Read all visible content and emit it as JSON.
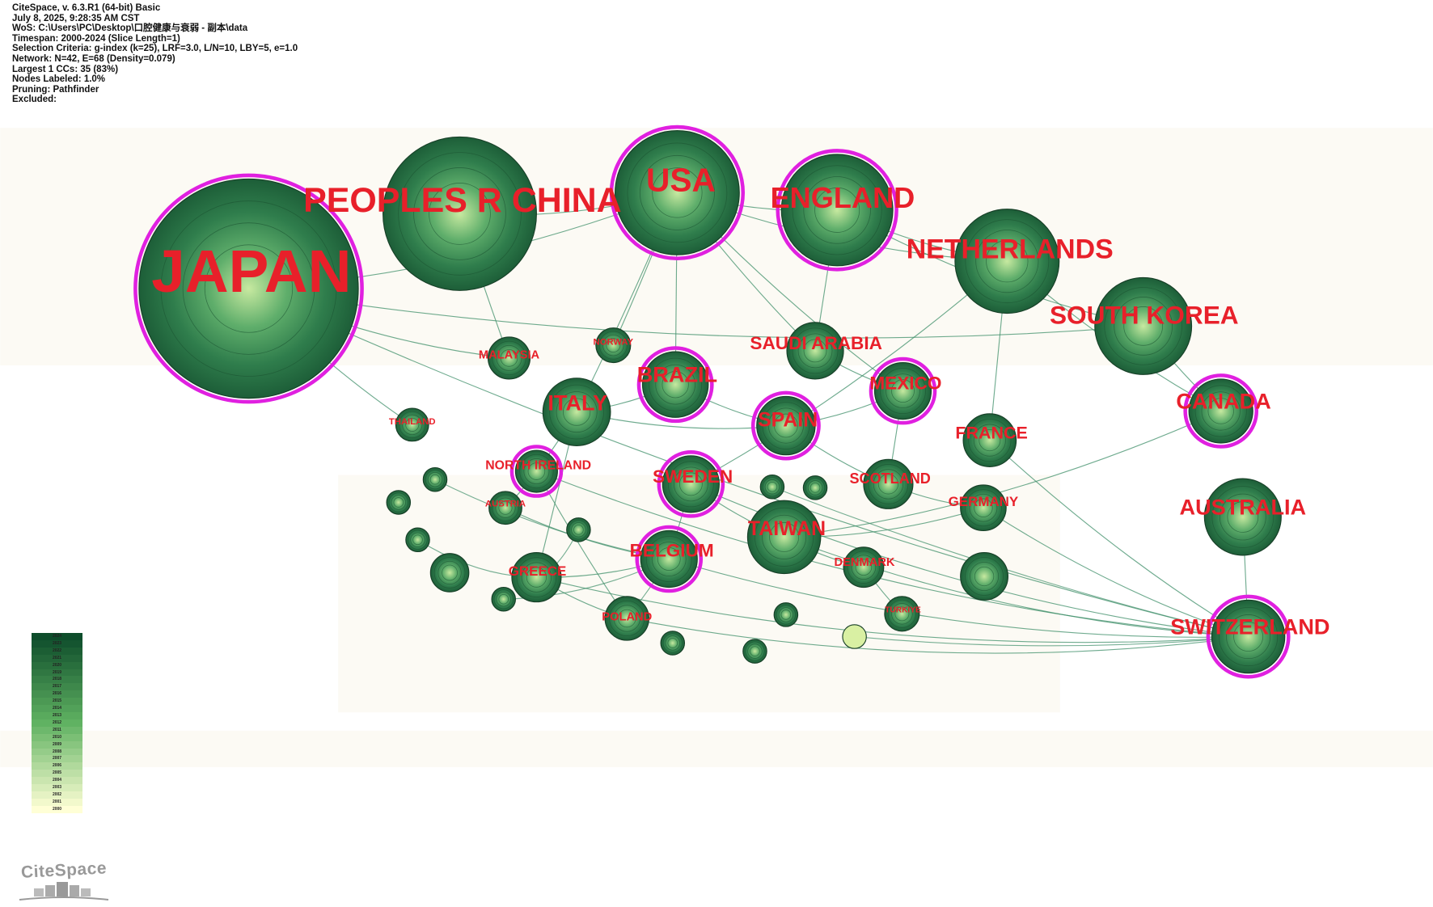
{
  "info": [
    "CiteSpace, v. 6.3.R1 (64-bit) Basic",
    "July 8, 2025, 9:28:35 AM CST",
    "WoS: C:\\Users\\PC\\Desktop\\口腔健康与衰弱 - 副本\\data",
    "Timespan: 2000-2024 (Slice Length=1)",
    "Selection Criteria: g-index (k=25), LRF=3.0, L/N=10, LBY=5, e=1.0",
    "Network: N=42, E=68 (Density=0.079)",
    "Largest 1 CCs: 35 (83%)",
    "Nodes Labeled: 1.0%",
    "Pruning: Pathfinder",
    "Excluded:"
  ],
  "colors": {
    "label": "#e8202a",
    "ring": "#e020e0",
    "node_dark": "#1f6b3f",
    "node_light": "#d9f0a3",
    "edge": "#3f8f6a"
  },
  "legend_years": [
    "2024",
    "2023",
    "2022",
    "2021",
    "2020",
    "2019",
    "2018",
    "2017",
    "2016",
    "2015",
    "2014",
    "2013",
    "2012",
    "2011",
    "2010",
    "2009",
    "2008",
    "2007",
    "2006",
    "2005",
    "2004",
    "2003",
    "2002",
    "2001",
    "2000"
  ],
  "nodes": [
    {
      "label": "JAPAN",
      "centrality_ring": true
    },
    {
      "label": "PEOPLES R CHINA",
      "centrality_ring": false
    },
    {
      "label": "USA",
      "centrality_ring": true
    },
    {
      "label": "ENGLAND",
      "centrality_ring": true
    },
    {
      "label": "NETHERLANDS",
      "centrality_ring": false
    },
    {
      "label": "SOUTH KOREA",
      "centrality_ring": false
    },
    {
      "label": "CANADA",
      "centrality_ring": true
    },
    {
      "label": "AUSTRALIA",
      "centrality_ring": false
    },
    {
      "label": "SWITZERLAND",
      "centrality_ring": true
    },
    {
      "label": "SAUDI ARABIA",
      "centrality_ring": false
    },
    {
      "label": "MEXICO",
      "centrality_ring": true
    },
    {
      "label": "BRAZIL",
      "centrality_ring": true
    },
    {
      "label": "ITALY",
      "centrality_ring": false
    },
    {
      "label": "SPAIN",
      "centrality_ring": true
    },
    {
      "label": "FRANCE",
      "centrality_ring": false
    },
    {
      "label": "MALAYSIA",
      "centrality_ring": false
    },
    {
      "label": "NORWAY",
      "centrality_ring": false
    },
    {
      "label": "THAILAND",
      "centrality_ring": false
    },
    {
      "label": "NORTH IRELAND",
      "centrality_ring": true
    },
    {
      "label": "SWEDEN",
      "centrality_ring": true
    },
    {
      "label": "SCOTLAND",
      "centrality_ring": false
    },
    {
      "label": "GERMANY",
      "centrality_ring": false
    },
    {
      "label": "TAIWAN",
      "centrality_ring": false
    },
    {
      "label": "BELGIUM",
      "centrality_ring": true
    },
    {
      "label": "DENMARK",
      "centrality_ring": false
    },
    {
      "label": "GREECE",
      "centrality_ring": false
    },
    {
      "label": "POLAND",
      "centrality_ring": false
    },
    {
      "label": "AUSTRIA",
      "centrality_ring": false
    },
    {
      "label": "TURKIYE",
      "centrality_ring": false
    }
  ],
  "edges": [
    [
      "JAPAN",
      "USA"
    ],
    [
      "JAPAN",
      "MALAYSIA"
    ],
    [
      "JAPAN",
      "THAILAND"
    ],
    [
      "JAPAN",
      "SOUTH KOREA"
    ],
    [
      "JAPAN",
      "SWITZERLAND"
    ],
    [
      "PEOPLES R CHINA",
      "USA"
    ],
    [
      "PEOPLES R CHINA",
      "MALAYSIA"
    ],
    [
      "USA",
      "ENGLAND"
    ],
    [
      "USA",
      "NETHERLANDS"
    ],
    [
      "USA",
      "BRAZIL"
    ],
    [
      "USA",
      "ITALY"
    ],
    [
      "USA",
      "SAUDI ARABIA"
    ],
    [
      "USA",
      "MEXICO"
    ],
    [
      "USA",
      "NORWAY"
    ],
    [
      "ENGLAND",
      "NETHERLANDS"
    ],
    [
      "ENGLAND",
      "SOUTH KOREA"
    ],
    [
      "ENGLAND",
      "SAUDI ARABIA"
    ],
    [
      "NETHERLANDS",
      "SWEDEN"
    ],
    [
      "NETHERLANDS",
      "FRANCE"
    ],
    [
      "NETHERLANDS",
      "CANADA"
    ],
    [
      "SOUTH KOREA",
      "CANADA"
    ],
    [
      "CANADA",
      "TAIWAN"
    ],
    [
      "AUSTRALIA",
      "SWITZERLAND"
    ],
    [
      "SWITZERLAND",
      "BELGIUM"
    ],
    [
      "SWITZERLAND",
      "GERMANY"
    ],
    [
      "SWITZERLAND",
      "FRANCE"
    ],
    [
      "SWITZERLAND",
      "GREECE"
    ],
    [
      "SWITZERLAND",
      "POLAND"
    ],
    [
      "SWITZERLAND",
      "TAIWAN"
    ],
    [
      "SWITZERLAND",
      "SWEDEN"
    ],
    [
      "SWITZERLAND",
      "NORTH IRELAND"
    ],
    [
      "BRAZIL",
      "SPAIN"
    ],
    [
      "BRAZIL",
      "ITALY"
    ],
    [
      "ITALY",
      "SPAIN"
    ],
    [
      "ITALY",
      "NORTH IRELAND"
    ],
    [
      "ITALY",
      "GREECE"
    ],
    [
      "SPAIN",
      "MEXICO"
    ],
    [
      "SPAIN",
      "SCOTLAND"
    ],
    [
      "SWEDEN",
      "BELGIUM"
    ],
    [
      "SWEDEN",
      "TAIWAN"
    ],
    [
      "BELGIUM",
      "GREECE"
    ],
    [
      "BELGIUM",
      "POLAND"
    ],
    [
      "BELGIUM",
      "AUSTRIA"
    ],
    [
      "TAIWAN",
      "DENMARK"
    ],
    [
      "TAIWAN",
      "GERMANY"
    ],
    [
      "NORTH IRELAND",
      "AUSTRIA"
    ],
    [
      "NORTH IRELAND",
      "POLAND"
    ],
    [
      "MEXICO",
      "SCOTLAND"
    ],
    [
      "SAUDI ARABIA",
      "MEXICO"
    ],
    [
      "GERMANY",
      "SCOTLAND"
    ],
    [
      "DENMARK",
      "TURKIYE"
    ],
    [
      "GREECE",
      "POLAND"
    ]
  ]
}
